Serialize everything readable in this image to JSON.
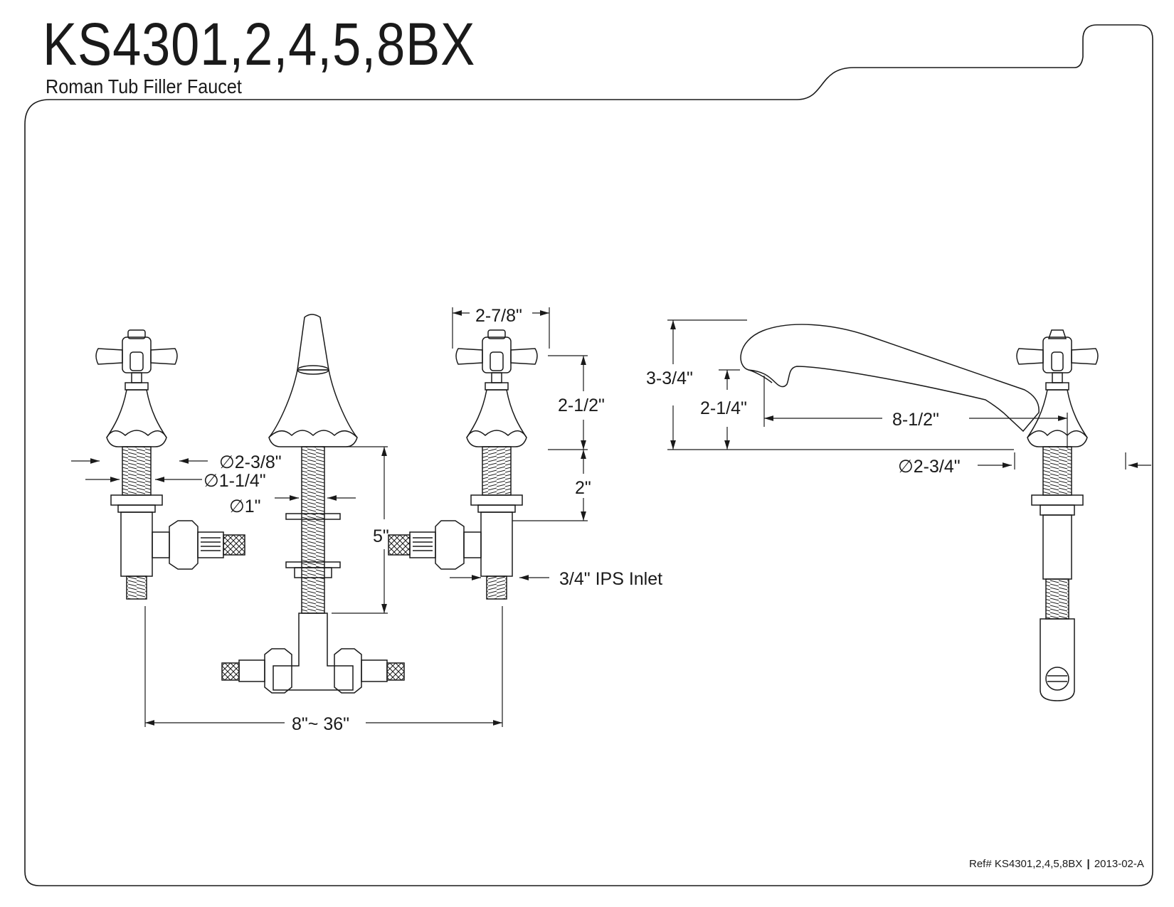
{
  "header": {
    "model": "KS4301,2,4,5,8BX",
    "product_name": "Roman Tub Filler Faucet"
  },
  "dimensions": {
    "handle_width": "2-7/8\"",
    "handle_height": "2-1/2\"",
    "shank_height": "2\"",
    "escutcheon_dia": "∅2-3/8\"",
    "shank_dia": "∅1-1/4\"",
    "spout_shank_dia": "∅1\"",
    "spout_shank_length": "5\"",
    "inlet": "3/4\" IPS Inlet",
    "spread": "8\"~ 36\"",
    "spout_height": "3-3/4\"",
    "spout_clearance": "2-1/4\"",
    "spout_reach": "8-1/2\"",
    "spout_base_dia": "∅2-3/4\""
  },
  "footer": {
    "ref": "Ref# KS4301,2,4,5,8BX",
    "separator": "|",
    "revision": "2013-02-A"
  },
  "colors": {
    "line": "#1a1a1a",
    "background": "#ffffff"
  }
}
